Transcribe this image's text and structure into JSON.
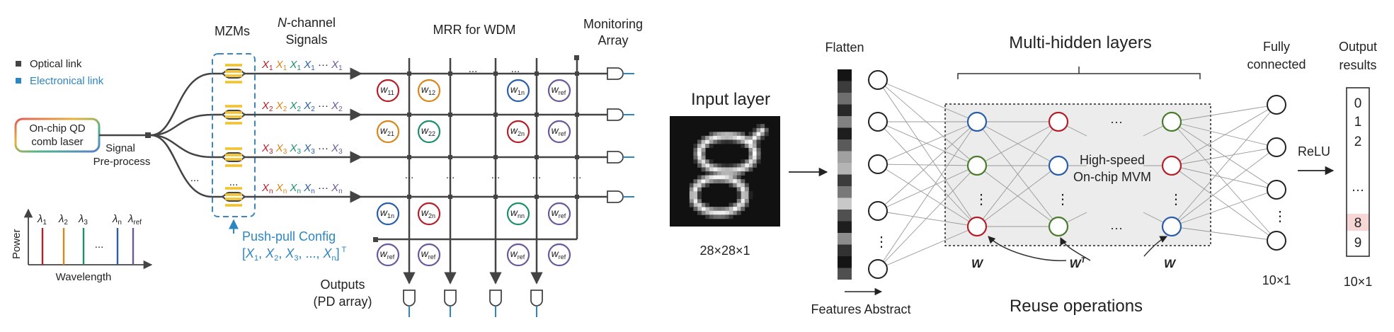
{
  "colors": {
    "optical": "#444444",
    "electronic": "#2e86c1",
    "red": "#b3202a",
    "orange": "#d9861b",
    "green": "#1f8f6a",
    "blue": "#2b5fa8",
    "purple": "#6b5a99",
    "mzm_yellow": "#f2c233",
    "node_blue": "#2a5ea8",
    "node_green": "#4a7d2b",
    "node_red": "#b3202a",
    "highlight": "#f7d6d6"
  },
  "legend": {
    "optical": "Optical link",
    "electronic": "Electronical link"
  },
  "laser": {
    "line1": "On-chip QD",
    "line2": "comb laser"
  },
  "preprocess": {
    "line1": "Signal",
    "line2": "Pre-process"
  },
  "mzm_title": "MZMs",
  "signals_title": {
    "line1_italic": "N",
    "line1_rest": "-channel",
    "line2": "Signals"
  },
  "mrr_title": "MRR for WDM",
  "monitor_title": {
    "line1": "Monitoring",
    "line2": "Array"
  },
  "channel_rows": [
    {
      "sub": "1",
      "lastsub": "1"
    },
    {
      "sub": "2",
      "lastsub": "2"
    },
    {
      "sub": "3",
      "lastsub": "3"
    },
    {
      "sub": "n",
      "lastsub": "n"
    }
  ],
  "signal_letter": "X",
  "ellipsis": "···",
  "ellipsis_plain": "...",
  "rings": [
    {
      "label": "w",
      "sub": "11",
      "color": "red"
    },
    {
      "label": "w",
      "sub": "12",
      "color": "orange"
    },
    {
      "label": "w",
      "sub": "1n",
      "color": "blue"
    },
    {
      "label": "w",
      "sub": "ref",
      "color": "purple"
    },
    {
      "label": "w",
      "sub": "21",
      "color": "orange"
    },
    {
      "label": "w",
      "sub": "22",
      "color": "green"
    },
    {
      "label": "w",
      "sub": "2n",
      "color": "red"
    },
    {
      "label": "w",
      "sub": "ref",
      "color": "purple"
    },
    {
      "label": "w",
      "sub": "1n",
      "color": "blue"
    },
    {
      "label": "w",
      "sub": "2n",
      "color": "red"
    },
    {
      "label": "w",
      "sub": "nn",
      "color": "green"
    },
    {
      "label": "w",
      "sub": "ref",
      "color": "purple"
    },
    {
      "label": "w",
      "sub": "ref",
      "color": "purple"
    },
    {
      "label": "w",
      "sub": "ref",
      "color": "purple"
    },
    {
      "label": "w",
      "sub": "ref",
      "color": "purple"
    },
    {
      "label": "w",
      "sub": "ref",
      "color": "purple"
    }
  ],
  "pushpull": {
    "line1": "Push-pull Config",
    "line2": "[X",
    "line2_tail": "] T"
  },
  "pushpull_items": [
    "1",
    "2",
    "3",
    "n"
  ],
  "outputs": {
    "line1": "Outputs",
    "line2": "(PD array)"
  },
  "spectrum": {
    "ylabel": "Power",
    "xlabel": "Wavelength",
    "lines": [
      {
        "label": "λ",
        "sub": "1",
        "color": "red"
      },
      {
        "label": "λ",
        "sub": "2",
        "color": "orange"
      },
      {
        "label": "λ",
        "sub": "3",
        "color": "green"
      },
      {
        "label": "λ",
        "sub": "n",
        "color": "blue"
      },
      {
        "label": "λ",
        "sub": "ref",
        "color": "purple"
      }
    ],
    "dots": "..."
  },
  "nn": {
    "input_title": "Input layer",
    "input_size": "28×28×1",
    "flatten": "Flatten",
    "features": "Features Abstract",
    "hidden_title": "Multi-hidden layers",
    "mvm_line1": "High-speed",
    "mvm_line2": "On-chip MVM",
    "w1": "W",
    "w2": "W",
    "w2_sup": "T",
    "w3": "W",
    "reuse": "Reuse operations",
    "fc_line1": "Fully",
    "fc_line2": "connected",
    "fc_size": "10×1",
    "relu": "ReLU",
    "out_line1": "Output",
    "out_line2": "results",
    "out_values": [
      "0",
      "1",
      "2",
      "…",
      "8",
      "9"
    ],
    "out_size": "10×1",
    "vdots": "⋮",
    "hdots": "···"
  }
}
